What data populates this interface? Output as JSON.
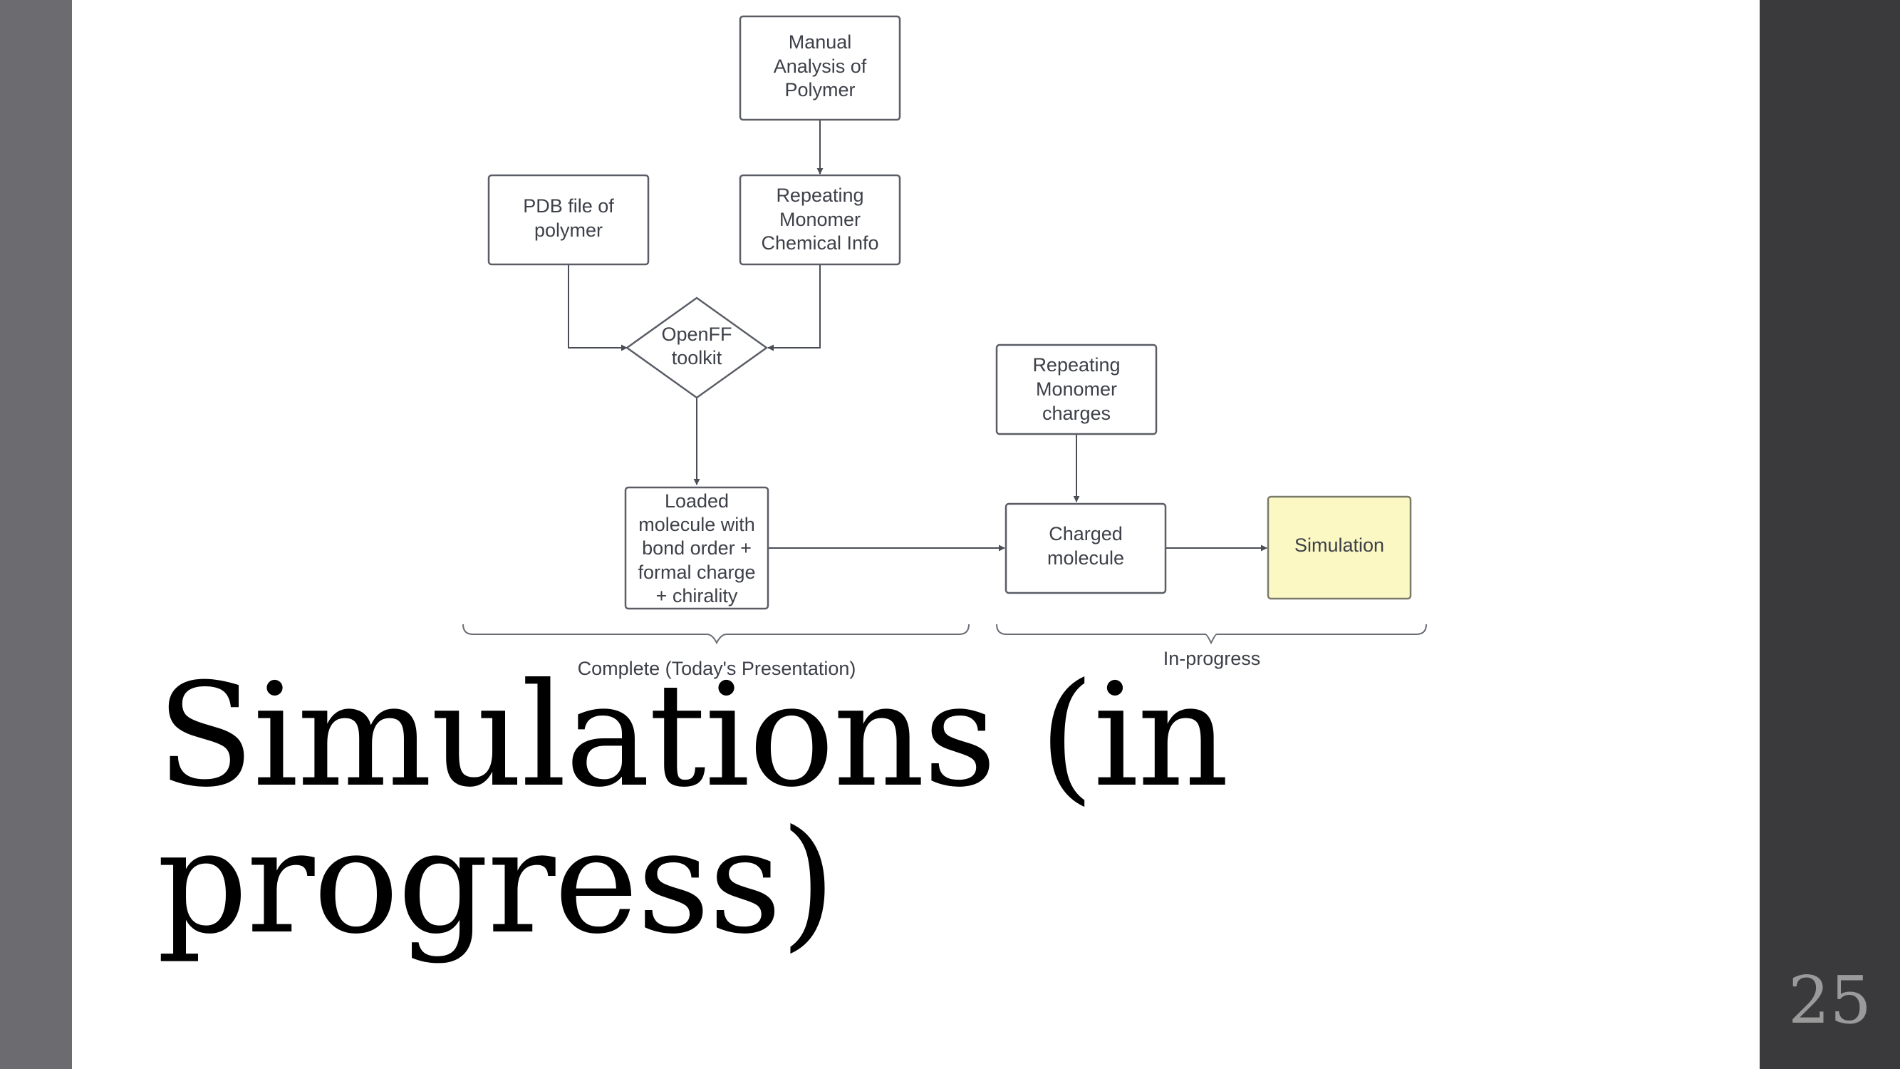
{
  "slide": {
    "title": "Simulations (in progress)",
    "page_number": "25"
  },
  "diagram": {
    "nodes": {
      "manual_analysis": [
        "Manual",
        "Analysis of",
        "Polymer"
      ],
      "pdb_file": [
        "PDB file of",
        "polymer"
      ],
      "repeating_monomer_info": [
        "Repeating",
        "Monomer",
        "Chemical Info"
      ],
      "openff_toolkit": [
        "OpenFF",
        "toolkit"
      ],
      "repeating_monomer_charges": [
        "Repeating",
        "Monomer",
        "charges"
      ],
      "loaded_molecule": [
        "Loaded",
        "molecule with",
        "bond order +",
        "formal charge",
        "+ chirality"
      ],
      "charged_molecule": [
        "Charged",
        "molecule"
      ],
      "simulation": [
        "Simulation"
      ]
    },
    "groups": {
      "complete": "Complete (Today's Presentation)",
      "in_progress": "In-progress"
    },
    "colors": {
      "simulation_fill": "#fbf8c4",
      "node_stroke": "#5a5d66"
    }
  }
}
